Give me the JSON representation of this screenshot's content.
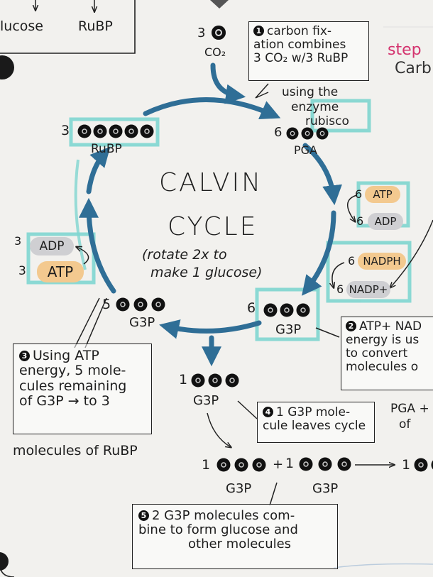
{
  "top_left": {
    "glucose": "lucose",
    "rubp": "RuBP"
  },
  "step_note": {
    "step": "step",
    "carb": "Carb"
  },
  "co2": {
    "count": "3",
    "label": "CO₂"
  },
  "center": {
    "title_line1": "CALVIN",
    "title_line2": "CYCLE",
    "subtitle_line1": "(rotate 2x to",
    "subtitle_line2": "make 1 glucose)"
  },
  "molecules": {
    "rubp": {
      "count": "3",
      "label": "RuBP"
    },
    "pga": {
      "count": "6",
      "label": "PGA"
    },
    "g3p_right": {
      "count": "6",
      "label": "G3P"
    },
    "g3p_left": {
      "count": "5",
      "label": "G3P"
    },
    "g3p_exit": {
      "count": "1",
      "label": "G3P"
    },
    "g3p_a": {
      "count": "1",
      "label": "G3P"
    },
    "g3p_b": {
      "count": "1",
      "label": "G3P"
    },
    "result": {
      "count": "1"
    },
    "plus": "+"
  },
  "energy_right": {
    "atp": {
      "count": "6",
      "label": "ATP"
    },
    "adp": {
      "count": "6",
      "label": "ADP"
    },
    "nadph": {
      "count": "6",
      "label": "NADPH"
    },
    "nadp": {
      "count": "6",
      "label": "NADP+"
    }
  },
  "energy_left": {
    "adp": {
      "count": "3",
      "label": "ADP"
    },
    "atp": {
      "count": "3",
      "label": "ATP"
    }
  },
  "notes": {
    "note1": {
      "num": "1",
      "lines": [
        "carbon fix-",
        "ation combines",
        "3 CO₂ w/3 RuBP",
        "using the",
        "enzyme",
        "rubisco"
      ]
    },
    "note2": {
      "num": "2",
      "lines": [
        "ATP+ NAD",
        "energy is us",
        "to convert",
        "molecules o"
      ]
    },
    "note3": {
      "num": "3",
      "lines": [
        "Using ATP",
        "energy, 5 mole-",
        "cules remaining",
        "of G3P → to 3",
        "molecules of RuBP"
      ]
    },
    "note4": {
      "num": "4",
      "lines": [
        "1 G3P mole-",
        "cule leaves cycle"
      ]
    },
    "note5": {
      "num": "5",
      "lines": [
        "2  G3P molecules com-",
        "bine to form glucose and",
        "other molecules"
      ]
    }
  },
  "right_edge": {
    "pga": "PGA +",
    "of": "of"
  },
  "colors": {
    "arrow": "#2f6e96",
    "highlight": "#7fd6d0",
    "ink": "#1e1e1e",
    "atp": "#f3c98f",
    "adp": "#cfcfd2"
  },
  "icons": [
    "carbon-molecule-icon",
    "cycle-arrow-icon",
    "binder-hole-icon"
  ]
}
